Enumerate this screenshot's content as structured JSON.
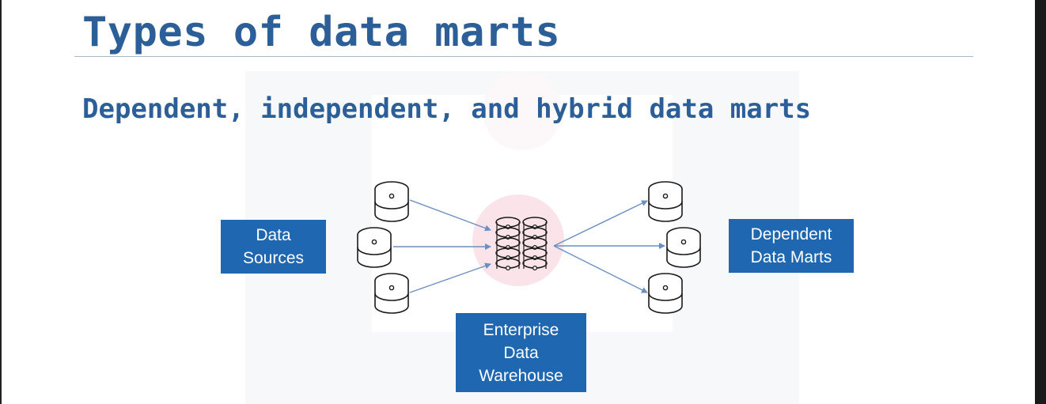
{
  "slide": {
    "title": "Types of data marts",
    "subtitle": "Dependent, independent, and hybrid data marts"
  },
  "diagram": {
    "sources_label": [
      "Data",
      "Sources"
    ],
    "warehouse_label": [
      "Enterprise",
      "Data",
      "Warehouse"
    ],
    "marts_label": [
      "Dependent",
      "Data Marts"
    ],
    "source_databases": 3,
    "mart_databases": 3,
    "colors": {
      "box_fill": "#1f67b1",
      "box_text": "#ffffff",
      "title": "#2c5f97",
      "arrow": "#6b8fc2",
      "warehouse_glow": "#fbe3ea"
    }
  }
}
